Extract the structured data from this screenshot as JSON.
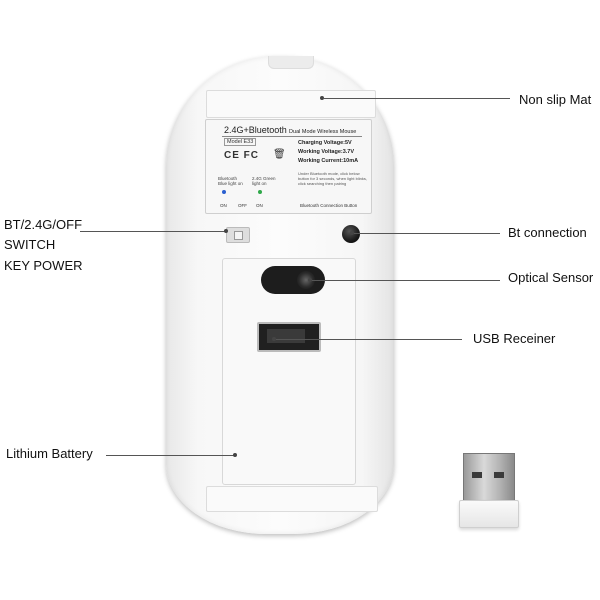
{
  "callouts": {
    "non_slip_mat": "Non slip Mat",
    "switch_line1": "BT/2.4G/OFF",
    "switch_line2": "SWITCH",
    "switch_line3": "KEY POWER",
    "bt_connection": "Bt connection",
    "optical_sensor": "Optical Sensor",
    "usb_receiver": "USB Receiner",
    "lithium_battery": "Lithium  Battery"
  },
  "sticker": {
    "title": "2.4G+Bluetooth",
    "subtitle": "Dual Mode Wireless Mouse",
    "model": "Model E33",
    "certs": "CE FC",
    "charging_voltage": "Charging Voltage:5V",
    "working_voltage": "Working Voltage:3.7V",
    "working_current": "Working Current:10mA",
    "instructions": "Under Bluetooth mode, click below button for 3 seconds, when light blinks, click searching then pairing",
    "bt_led_label": "Bluetooth Blue light on",
    "g_led_label": "2.4G Green light on",
    "on1": "ON",
    "off": "OFF",
    "on2": "ON",
    "connection_button": "Bluetooth Connection Button"
  },
  "colors": {
    "leader": "#555555",
    "bt_led": "#2a5fd0",
    "g_led": "#2fa84a"
  },
  "icons": {
    "recycle_bin": "crossed-bin-icon"
  }
}
